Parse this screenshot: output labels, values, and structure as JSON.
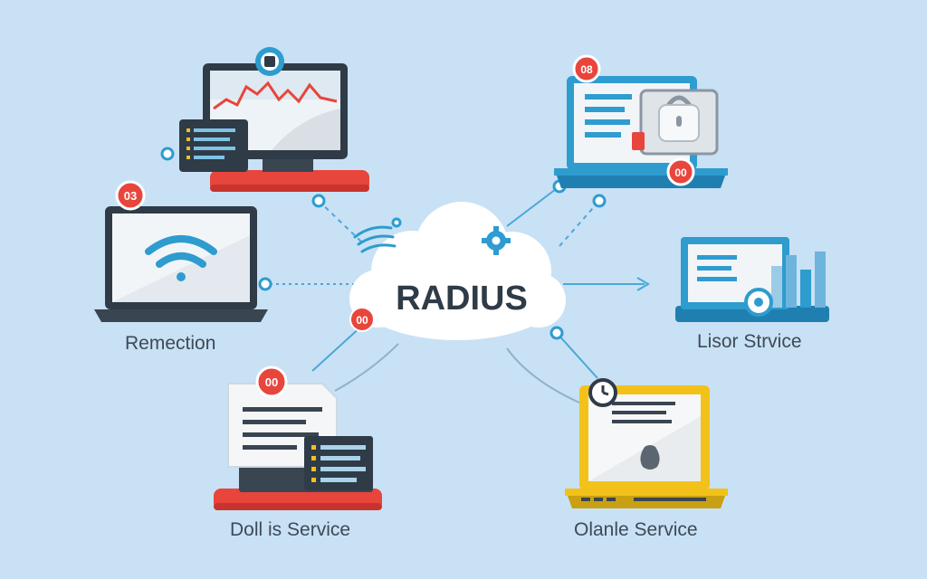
{
  "hub": {
    "label": "RADIUS"
  },
  "nodes": [
    {
      "id": "top-left-monitor",
      "label": ""
    },
    {
      "id": "wifi-laptop",
      "label": "Remection"
    },
    {
      "id": "document-stack",
      "label": "Doll is Service"
    },
    {
      "id": "top-right-laptop",
      "label": ""
    },
    {
      "id": "right-dashboard",
      "label": "Lisor Strvice"
    },
    {
      "id": "yellow-laptop",
      "label": "Olanle Service"
    }
  ],
  "badges": {
    "monitor": "",
    "wifi": "03",
    "document": "00",
    "hub_left": "00",
    "laptop_top": "08",
    "laptop_bottom": "00"
  },
  "colors": {
    "background": "#c9e1f4",
    "red": "#e8453c",
    "blue": "#2e9ccf",
    "dark": "#2f3b47",
    "yellow": "#f2c21a",
    "connector": "#4aa8d8"
  }
}
